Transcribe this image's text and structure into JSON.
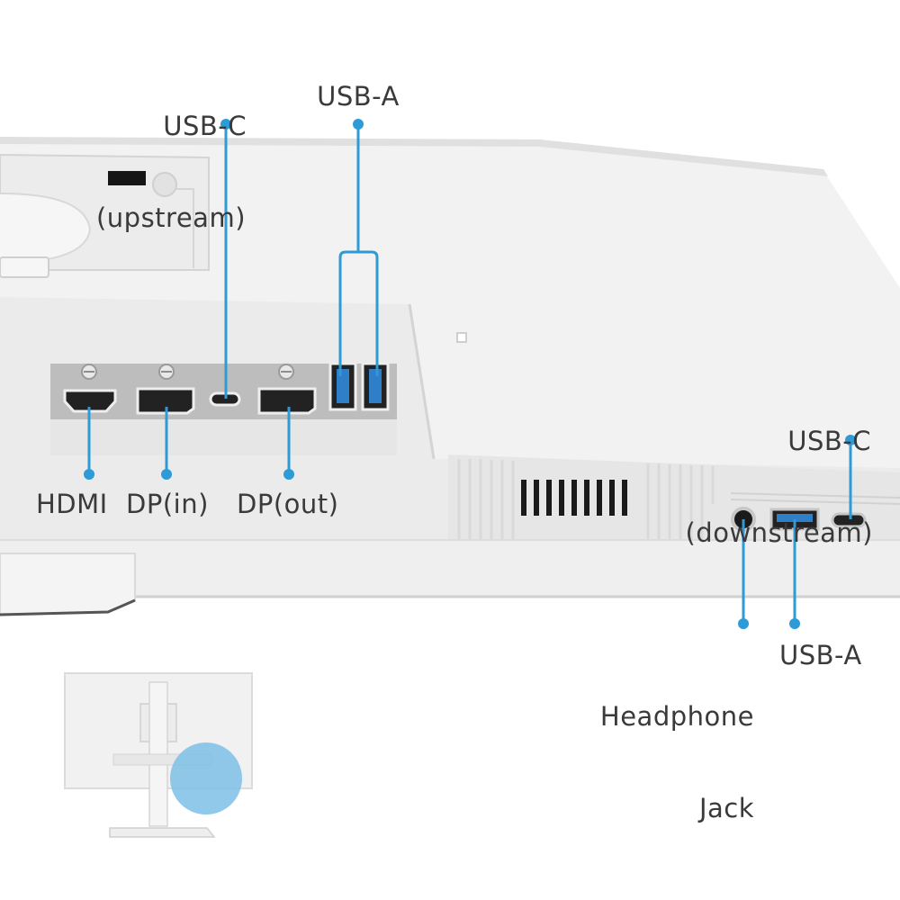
{
  "callouts": {
    "usb_c_upstream": {
      "line1": "USB-C",
      "line2": "(upstream)"
    },
    "usb_a_top": {
      "label": "USB-A"
    },
    "hdmi": {
      "label": "HDMI"
    },
    "dp_in": {
      "label": "DP(in)"
    },
    "dp_out": {
      "label": "DP(out)"
    },
    "usb_c_downstream": {
      "line1": "USB-C",
      "line2": "(downstream)"
    },
    "headphone_jack": {
      "line1": "Headphone",
      "line2": "Jack"
    },
    "usb_a_side": {
      "label": "USB-A"
    }
  },
  "colors": {
    "callout": "#2e9bd6",
    "label_text": "#3a3a3a",
    "monitor_body": "#f1f1f1",
    "port_panel": "#bdbdbd",
    "highlight": "#7cc0e6"
  }
}
